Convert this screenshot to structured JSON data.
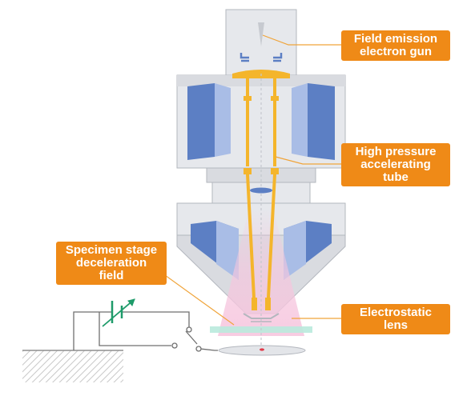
{
  "labels": {
    "gun": [
      "Field emission",
      "electron gun"
    ],
    "tube": [
      "High pressure",
      "accelerating",
      "tube"
    ],
    "stage": [
      "Specimen stage",
      "deceleration",
      "field"
    ],
    "lens": [
      "Electrostatic",
      "lens"
    ]
  },
  "colors": {
    "callout": "#ef8a17",
    "leader": "#f0a43a",
    "body_light": "#e6e8ec",
    "body_mid": "#d9dbe0",
    "body_stroke": "#b3b7be",
    "coil_dark": "#5c7fc4",
    "coil_light": "#a9bde6",
    "tube_gold": "#f4b52c",
    "beam_pink": "#f6c6de",
    "field_teal": "#b9eadd",
    "specimen_red": "#e03a4a",
    "circuit": "#6f6f6f",
    "battery": "#1e9b6a"
  }
}
